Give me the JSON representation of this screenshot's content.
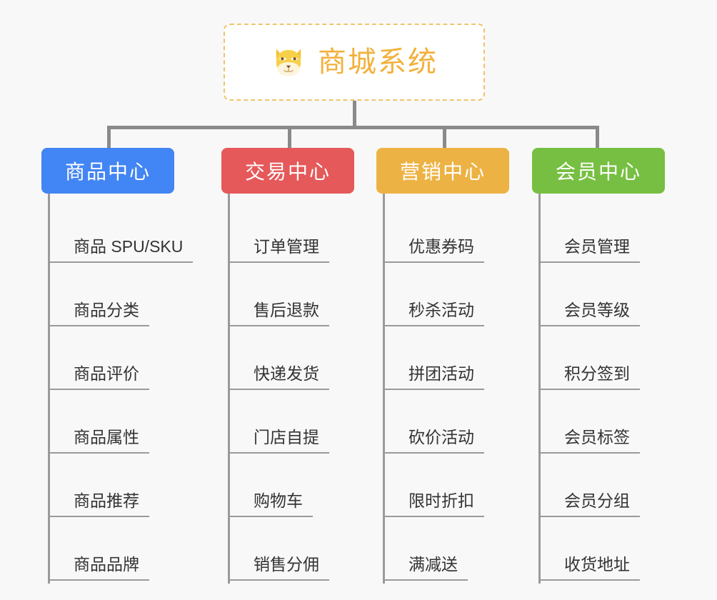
{
  "diagram": {
    "type": "mind-map",
    "background_color": "#f8f8f8",
    "root": {
      "title": "商城系统",
      "icon": "shiba-dog-icon",
      "text_color": "#f2b13c",
      "border_color": "#f0c36d",
      "background_color": "#ffffff"
    },
    "connector_color": "#8a8a8a",
    "branches": [
      {
        "label": "商品中心",
        "color": "#4285f4",
        "items": [
          "商品 SPU/SKU",
          "商品分类",
          "商品评价",
          "商品属性",
          "商品推荐",
          "商品品牌"
        ]
      },
      {
        "label": "交易中心",
        "color": "#e5595a",
        "items": [
          "订单管理",
          "售后退款",
          "快递发货",
          "门店自提",
          "购物车",
          "销售分佣"
        ]
      },
      {
        "label": "营销中心",
        "color": "#edb244",
        "items": [
          "优惠券码",
          "秒杀活动",
          "拼团活动",
          "砍价活动",
          "限时折扣",
          "满减送"
        ]
      },
      {
        "label": "会员中心",
        "color": "#77bf42",
        "items": [
          "会员管理",
          "会员等级",
          "积分签到",
          "会员标签",
          "会员分组",
          "收货地址"
        ]
      }
    ]
  }
}
